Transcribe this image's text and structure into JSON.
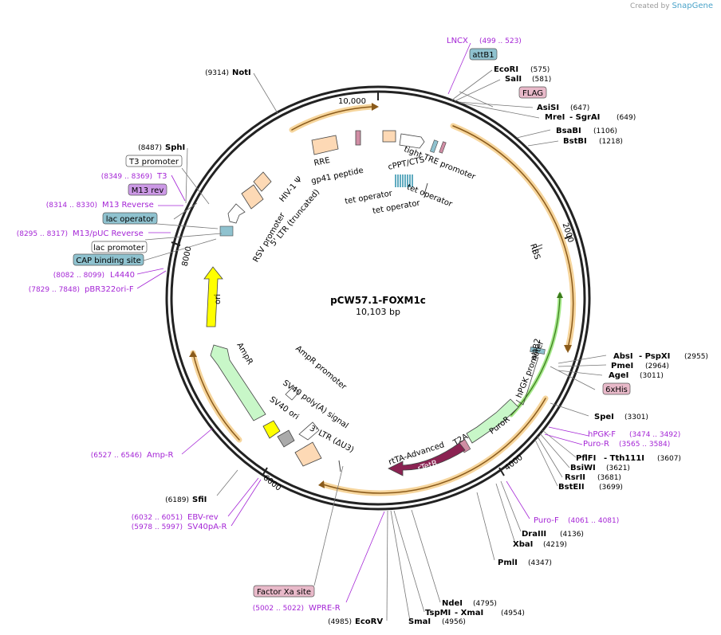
{
  "credit": {
    "prefix": "Created by",
    "brand": "SnapGene"
  },
  "plasmid": {
    "name": "pCW57.1-FOXM1c",
    "size": "10,103 bp"
  },
  "ticks": [
    "10,000",
    "2000",
    "4000",
    "6000",
    "8000"
  ],
  "enzymes": [
    {
      "name": "NotI",
      "pos": "(9314)"
    },
    {
      "name": "EcoRI",
      "pos": "(575)"
    },
    {
      "name": "SalI",
      "pos": "(581)"
    },
    {
      "name": "AsiSI",
      "pos": "(647)"
    },
    {
      "name": "MreI",
      "name2": "- SgrAI",
      "pos": "(649)"
    },
    {
      "name": "BsaBI",
      "pos": "(1106)"
    },
    {
      "name": "BstBI",
      "pos": "(1218)"
    },
    {
      "name": "AbsI",
      "name2": "- PspXI",
      "pos": "(2955)"
    },
    {
      "name": "PmeI",
      "pos": "(2964)"
    },
    {
      "name": "AgeI",
      "pos": "(3011)"
    },
    {
      "name": "SpeI",
      "pos": "(3301)"
    },
    {
      "name": "PflFI",
      "name2": "- Tth111I",
      "pos": "(3607)"
    },
    {
      "name": "BsiWI",
      "pos": "(3621)"
    },
    {
      "name": "RsrII",
      "pos": "(3681)"
    },
    {
      "name": "BstEII",
      "pos": "(3699)"
    },
    {
      "name": "DraIII",
      "pos": "(4136)"
    },
    {
      "name": "XbaI",
      "pos": "(4219)"
    },
    {
      "name": "PmlI",
      "pos": "(4347)"
    },
    {
      "name": "NdeI",
      "pos": "(4795)"
    },
    {
      "name": "TspMI",
      "name2": "- XmaI",
      "pos": "(4954)"
    },
    {
      "name": "SmaI",
      "pos": "(4956)"
    },
    {
      "name": "EcoRV",
      "pos": "(4985)"
    },
    {
      "name": "SfiI",
      "pos": "(6189)"
    },
    {
      "name": "SphI",
      "pos": "(8487)"
    }
  ],
  "primers": [
    {
      "name": "LNCX",
      "pos": "(499 .. 523)"
    },
    {
      "name": "hPGK-F",
      "pos": "(3474 .. 3492)"
    },
    {
      "name": "Puro-R",
      "pos": "(3565 .. 3584)"
    },
    {
      "name": "Puro-F",
      "pos": "(4061 .. 4081)"
    },
    {
      "name": "WPRE-R",
      "pos": "(5002 .. 5022)"
    },
    {
      "name": "Amp-R",
      "pos": "(6527 .. 6546)"
    },
    {
      "name": "EBV-rev",
      "pos": "(6032 .. 6051)"
    },
    {
      "name": "SV40pA-R",
      "pos": "(5978 .. 5997)"
    },
    {
      "name": "T3",
      "pos": "(8349 .. 8369)"
    },
    {
      "name": "M13 Reverse",
      "pos": "(8314 .. 8330)"
    },
    {
      "name": "M13/pUC Reverse",
      "pos": "(8295 .. 8317)"
    },
    {
      "name": "L4440",
      "pos": "(8082 .. 8099)"
    },
    {
      "name": "pBR322ori-F",
      "pos": "(7829 .. 7848)"
    }
  ],
  "boxes": [
    {
      "label": "attB1",
      "color": "#8fc2cf"
    },
    {
      "label": "FLAG",
      "color": "#e8b9c9"
    },
    {
      "label": "6xHis",
      "color": "#e8b9c9"
    },
    {
      "label": "Factor Xa site",
      "color": "#e8b9c9"
    },
    {
      "label": "T3 promoter",
      "color": "#ffffff"
    },
    {
      "label": "M13 rev",
      "color": "#cc99e6"
    },
    {
      "label": "lac operator",
      "color": "#8fc2cf"
    },
    {
      "label": "lac promoter",
      "color": "#ffffff"
    },
    {
      "label": "CAP binding site",
      "color": "#8fc2cf"
    }
  ],
  "features": [
    "RRE",
    "gp41 peptide",
    "tight TRE promoter",
    "cPPT/CTS",
    "tet operator",
    "tet operator",
    "tet operator",
    "HIV-1 Ψ",
    "5' LTR (truncated)",
    "RSV promoter",
    "RBS",
    "attB2",
    "hPGK promoter",
    "PuroR",
    "T2A",
    "rtTA-Advanced",
    "rTetR",
    "ori",
    "AmpR",
    "AmpR promoter",
    "SV40 poly(A) signal",
    "SV40 ori",
    "3' LTR (ΔU3)"
  ],
  "colors": {
    "backbone": "#222222",
    "orf": "#f0c070",
    "ori": "#ffff00",
    "amp": "#c8f7c8",
    "rtTA": "#8b2252",
    "primer": "#a526d6"
  }
}
